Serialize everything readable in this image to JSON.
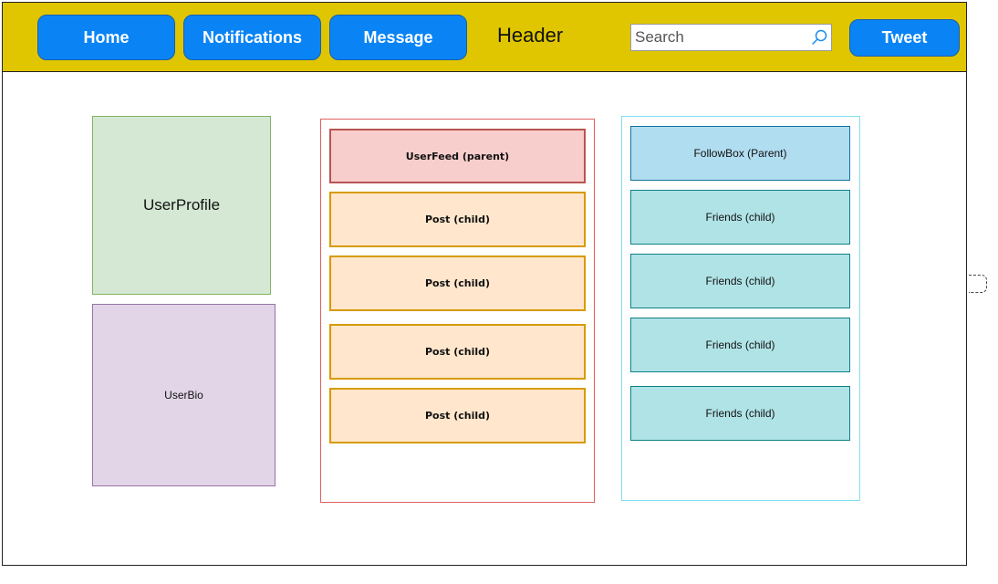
{
  "header": {
    "nav": [
      {
        "label": "Home"
      },
      {
        "label": "Notifications"
      },
      {
        "label": "Message"
      }
    ],
    "title": "Header",
    "search": {
      "placeholder": "Search",
      "icon": "search-icon"
    },
    "tweet_label": "Tweet"
  },
  "left": {
    "profile_label": "UserProfile",
    "bio_label": "UserBio"
  },
  "feed": {
    "parent_label": "UserFeed (parent)",
    "posts": [
      {
        "label": "Post (child)"
      },
      {
        "label": "Post (child)"
      },
      {
        "label": "Post (child)"
      },
      {
        "label": "Post (child)"
      }
    ]
  },
  "follow": {
    "parent_label": "FollowBox (Parent)",
    "friends": [
      {
        "label": "Friends (child)"
      },
      {
        "label": "Friends (child)"
      },
      {
        "label": "Friends (child)"
      },
      {
        "label": "Friends (child)"
      }
    ]
  },
  "colors": {
    "header_bg": "#e0c600",
    "button_blue": "#0a84f5",
    "profile_fill": "#d5e8d4",
    "bio_fill": "#e1d5e7",
    "feed_parent_fill": "#f8cecc",
    "post_fill": "#ffe6cc",
    "follow_parent_fill": "#b1ddf0",
    "friend_fill": "#b0e3e6"
  }
}
